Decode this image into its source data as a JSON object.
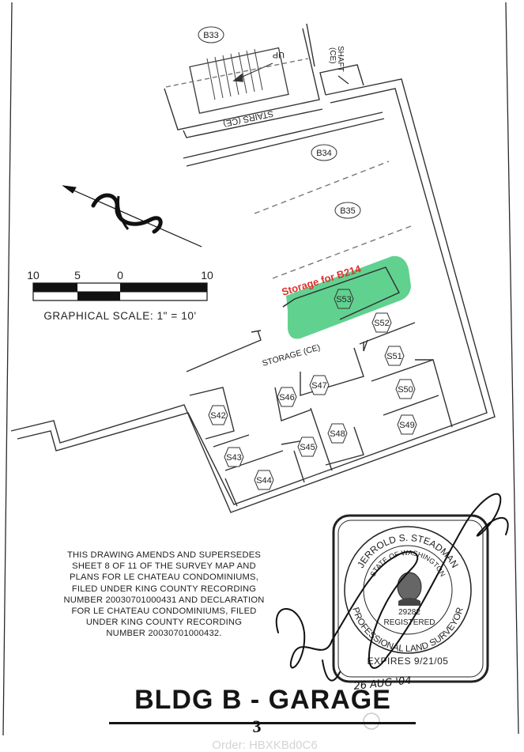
{
  "plan": {
    "labels": {
      "shaft": "SHAFT",
      "shaft_ce": "(CE)",
      "up": "UP",
      "stairs": "STAIRS (CE)",
      "storage": "STORAGE (CE)"
    },
    "units": {
      "b33": "B33",
      "b34": "B34",
      "b35": "B35",
      "s53": "S53",
      "s52": "S52",
      "s51": "S51",
      "s50": "S50",
      "s49": "S49",
      "s48": "S48",
      "s47": "S47",
      "s46": "S46",
      "s45": "S45",
      "s44": "S44",
      "s43": "S43",
      "s42": "S42"
    },
    "highlight": {
      "label": "Storage for  B214",
      "color": "#3ec777",
      "label_color": "#e0302c"
    }
  },
  "scale": {
    "ticks": [
      "10",
      "5",
      "0",
      "10"
    ],
    "caption": "GRAPHICAL SCALE: 1\" = 10'"
  },
  "note": {
    "lines": [
      "THIS DRAWING AMENDS AND SUPERSEDES",
      "SHEET 8 OF 11 OF THE SURVEY MAP AND",
      "PLANS FOR LE CHATEAU CONDOMINIUMS,",
      "FILED UNDER KING COUNTY RECORDING",
      "NUMBER 20030701000431 AND DECLARATION",
      "FOR LE CHATEAU CONDOMINIUMS, FILED",
      "UNDER KING COUNTY RECORDING",
      "NUMBER 20030701000432."
    ]
  },
  "seal": {
    "name_arc": "JERROLD S. STEADMAN",
    "state_arc": "STATE OF WASHINGTON",
    "number": "29282",
    "registered": "REGISTERED",
    "profession_arc": "PROFESSIONAL LAND SURVEYOR",
    "expires": "EXPIRES 9/21/05",
    "date_handwritten": "26 AUG '04"
  },
  "title": {
    "text": "BLDG B - GARAGE",
    "page_number": "3"
  },
  "footer": {
    "order": "Order: HBXKBd0C6"
  }
}
